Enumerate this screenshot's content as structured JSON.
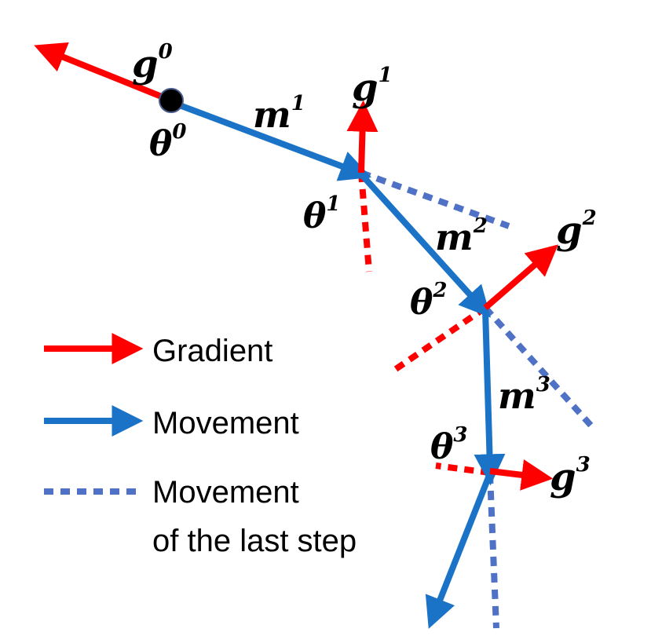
{
  "colors": {
    "gradient": "#ff0000",
    "movement": "#1a73c6",
    "last_step": "#4f72c6",
    "point": "#000000"
  },
  "labels": {
    "g0": {
      "base": "g",
      "sup": "0"
    },
    "g1": {
      "base": "g",
      "sup": "1"
    },
    "g2": {
      "base": "g",
      "sup": "2"
    },
    "g3": {
      "base": "g",
      "sup": "3"
    },
    "theta0": {
      "base": "θ",
      "sup": "0"
    },
    "theta1": {
      "base": "θ",
      "sup": "1"
    },
    "theta2": {
      "base": "θ",
      "sup": "2"
    },
    "theta3": {
      "base": "θ",
      "sup": "3"
    },
    "m1": {
      "base": "m",
      "sup": "1"
    },
    "m2": {
      "base": "m",
      "sup": "2"
    },
    "m3": {
      "base": "m",
      "sup": "3"
    }
  },
  "legend": {
    "gradient": "Gradient",
    "movement": "Movement",
    "last_step_line1": "Movement",
    "last_step_line2": "of the last step"
  }
}
